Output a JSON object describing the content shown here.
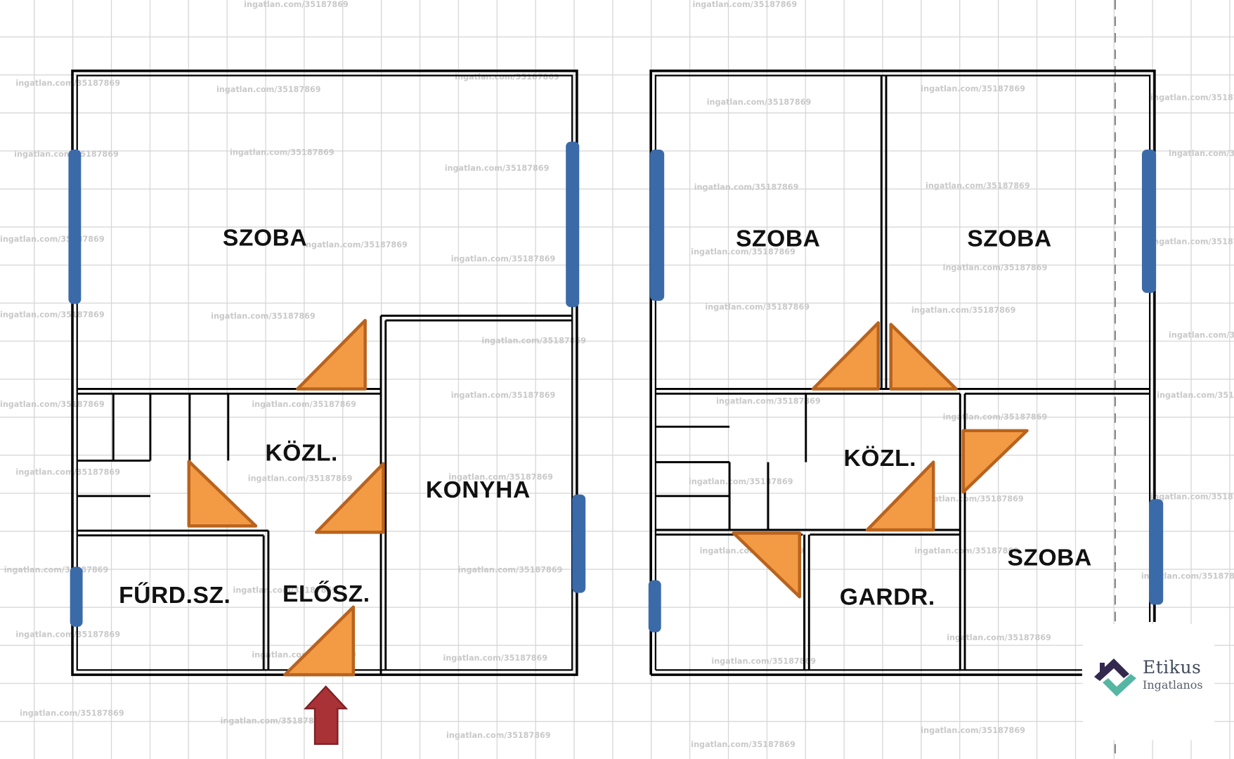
{
  "diagram": {
    "type": "floor_plan",
    "floors": [
      {
        "name": "ground_floor",
        "rooms": [
          {
            "label": "SZOBA"
          },
          {
            "label": "KÖZL."
          },
          {
            "label": "KONYHA"
          },
          {
            "label": "FŰRD.SZ."
          },
          {
            "label": "ELŐSZ."
          }
        ],
        "entrance_marker": "entrance-arrow"
      },
      {
        "name": "upper_floor",
        "rooms": [
          {
            "label": "SZOBA"
          },
          {
            "label": "SZOBA"
          },
          {
            "label": "KÖZL."
          },
          {
            "label": "GARDR."
          },
          {
            "label": "SZOBA"
          }
        ]
      }
    ],
    "legend_colors": {
      "wall": "#000000",
      "window": "#3b6aa8",
      "door": "#f39a45",
      "door_outline": "#b8631e",
      "entrance_arrow": "#a83236",
      "grid": "#d4d4d4"
    }
  },
  "watermark": "ingatlan.com/35187869",
  "logo": {
    "line1": "Etikus",
    "line2": "Ingatlanos",
    "roof_color": "#33294f",
    "check_color": "#55b7a3"
  }
}
